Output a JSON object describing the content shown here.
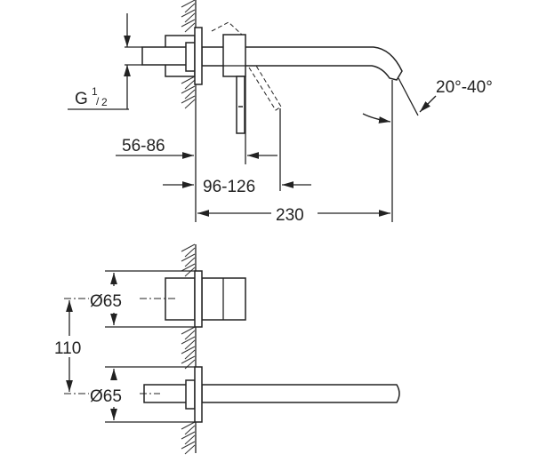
{
  "top_view": {
    "thread_label": "G",
    "thread_num": "1",
    "thread_den": "2",
    "dim_wall": "56-86",
    "dim_lever": "96-126",
    "dim_spout": "230",
    "dim_angle": "20°-40°"
  },
  "front_view": {
    "dim_upper_diameter": "Ø65",
    "dim_lower_diameter": "Ø65",
    "dim_spacing": "110"
  }
}
